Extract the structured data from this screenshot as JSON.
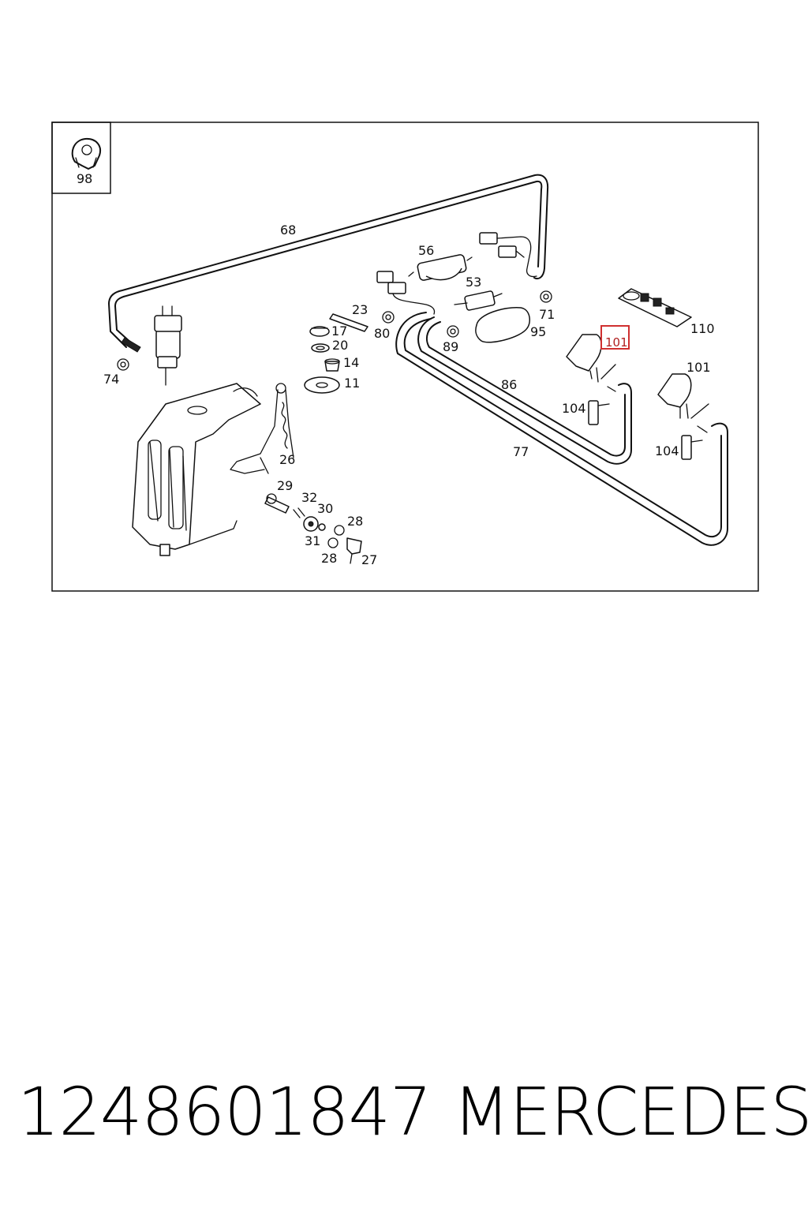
{
  "diagram": {
    "labels": [
      {
        "id": "98",
        "text": "98"
      },
      {
        "id": "68",
        "text": "68"
      },
      {
        "id": "56",
        "text": "56"
      },
      {
        "id": "53",
        "text": "53"
      },
      {
        "id": "23",
        "text": "23"
      },
      {
        "id": "80",
        "text": "80"
      },
      {
        "id": "89",
        "text": "89"
      },
      {
        "id": "95",
        "text": "95"
      },
      {
        "id": "71",
        "text": "71"
      },
      {
        "id": "110",
        "text": "110"
      },
      {
        "id": "101a",
        "text": "101"
      },
      {
        "id": "101b",
        "text": "101"
      },
      {
        "id": "17",
        "text": "17"
      },
      {
        "id": "20",
        "text": "20"
      },
      {
        "id": "14",
        "text": "14"
      },
      {
        "id": "11",
        "text": "11"
      },
      {
        "id": "74",
        "text": "74"
      },
      {
        "id": "86",
        "text": "86"
      },
      {
        "id": "104a",
        "text": "104"
      },
      {
        "id": "104b",
        "text": "104"
      },
      {
        "id": "77",
        "text": "77"
      },
      {
        "id": "26",
        "text": "26"
      },
      {
        "id": "29",
        "text": "29"
      },
      {
        "id": "32",
        "text": "32"
      },
      {
        "id": "30",
        "text": "30"
      },
      {
        "id": "28a",
        "text": "28"
      },
      {
        "id": "31",
        "text": "31"
      },
      {
        "id": "28b",
        "text": "28"
      },
      {
        "id": "27",
        "text": "27"
      }
    ],
    "highlight_color": "#d03030"
  },
  "footer": {
    "part_number": "1248601847",
    "brand": "MERCEDES"
  }
}
